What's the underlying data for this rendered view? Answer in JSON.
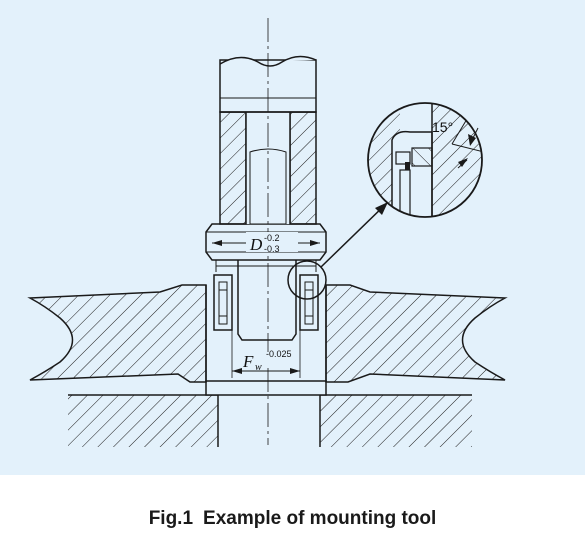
{
  "figure": {
    "number_label": "Fig.1",
    "caption": "Example of mounting tool"
  },
  "annotations": {
    "d_symbol": "D",
    "d_tol_upper": "-0.2",
    "d_tol_lower": "-0.3",
    "fw_symbol": "F",
    "fw_subscript": "w",
    "fw_tol": "-0.025",
    "angle": "15°"
  },
  "colors": {
    "panel_background": "#e3f1fb",
    "line": "#1a1a1a"
  }
}
